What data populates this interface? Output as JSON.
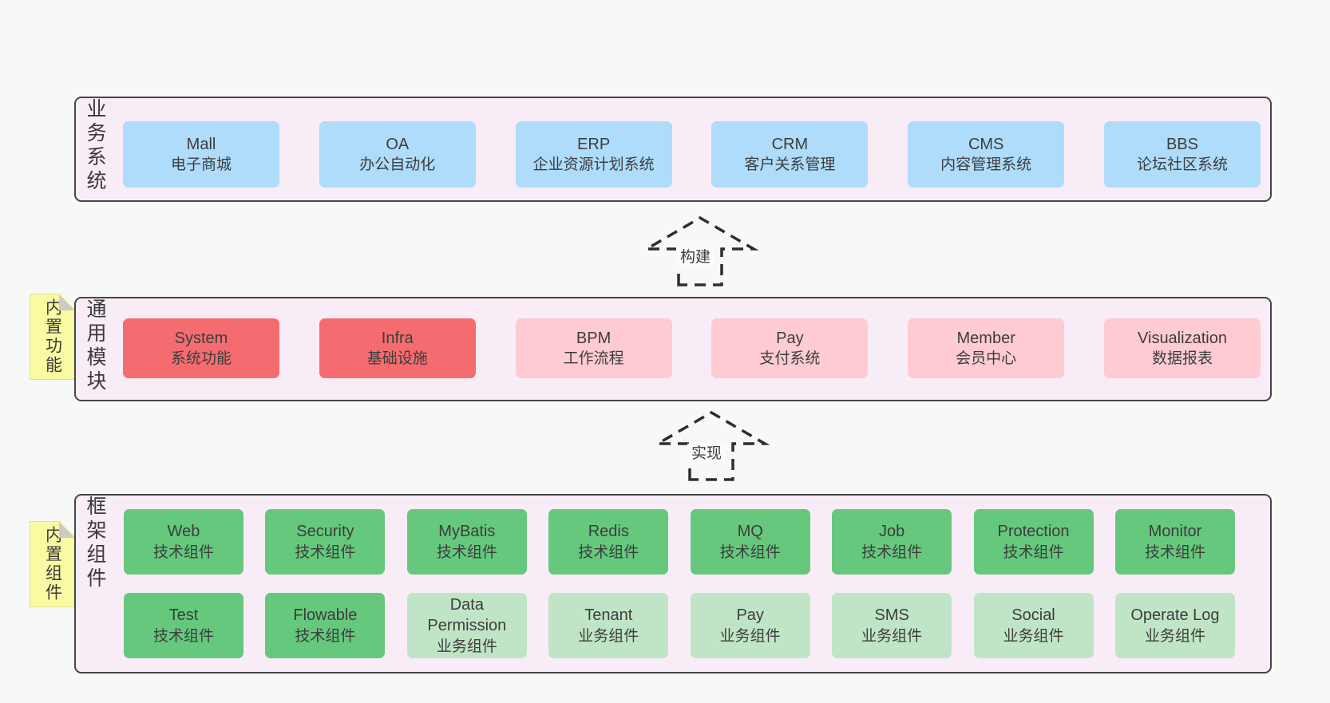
{
  "palette": {
    "page_bg": "#f8f8f8",
    "panel_bg": "#f8edf6",
    "panel_border": "#454545",
    "text": "#3d3d3d",
    "blue": "#aedcfa",
    "red": "#f56c70",
    "pink": "#fecbd3",
    "green": "#65c87d",
    "light_green": "#c0e5c6",
    "note_yellow": "#fafaa2",
    "note_fold": "#cbcbcb",
    "arrow": "#2e2e2e"
  },
  "arrows": [
    {
      "label": "构建"
    },
    {
      "label": "实现"
    }
  ],
  "sections": [
    {
      "id": "business-systems",
      "side_label": "业务系统",
      "note": null,
      "rows": [
        [
          {
            "name": "Mall",
            "sub": "电子商城",
            "variant": "blue"
          },
          {
            "name": "OA",
            "sub": "办公自动化",
            "variant": "blue"
          },
          {
            "name": "ERP",
            "sub": "企业资源计划系统",
            "variant": "blue"
          },
          {
            "name": "CRM",
            "sub": "客户关系管理",
            "variant": "blue"
          },
          {
            "name": "CMS",
            "sub": "内容管理系统",
            "variant": "blue"
          },
          {
            "name": "BBS",
            "sub": "论坛社区系统",
            "variant": "blue"
          }
        ]
      ]
    },
    {
      "id": "common-modules",
      "side_label": "通用模块",
      "note": "内置功能",
      "rows": [
        [
          {
            "name": "System",
            "sub": "系统功能",
            "variant": "red"
          },
          {
            "name": "Infra",
            "sub": "基础设施",
            "variant": "red"
          },
          {
            "name": "BPM",
            "sub": "工作流程",
            "variant": "pink"
          },
          {
            "name": "Pay",
            "sub": "支付系统",
            "variant": "pink"
          },
          {
            "name": "Member",
            "sub": "会员中心",
            "variant": "pink"
          },
          {
            "name": "Visualization",
            "sub": "数据报表",
            "variant": "pink"
          }
        ]
      ]
    },
    {
      "id": "framework-components",
      "side_label": "框架组件",
      "note": "内置组件",
      "rows": [
        [
          {
            "name": "Web",
            "sub": "技术组件",
            "variant": "green"
          },
          {
            "name": "Security",
            "sub": "技术组件",
            "variant": "green"
          },
          {
            "name": "MyBatis",
            "sub": "技术组件",
            "variant": "green"
          },
          {
            "name": "Redis",
            "sub": "技术组件",
            "variant": "green"
          },
          {
            "name": "MQ",
            "sub": "技术组件",
            "variant": "green"
          },
          {
            "name": "Job",
            "sub": "技术组件",
            "variant": "green"
          },
          {
            "name": "Protection",
            "sub": "技术组件",
            "variant": "green"
          },
          {
            "name": "Monitor",
            "sub": "技术组件",
            "variant": "green"
          }
        ],
        [
          {
            "name": "Test",
            "sub": "技术组件",
            "variant": "green"
          },
          {
            "name": "Flowable",
            "sub": "技术组件",
            "variant": "green"
          },
          {
            "name": "Data Permission",
            "sub": "业务组件",
            "variant": "light_green"
          },
          {
            "name": "Tenant",
            "sub": "业务组件",
            "variant": "light_green"
          },
          {
            "name": "Pay",
            "sub": "业务组件",
            "variant": "light_green"
          },
          {
            "name": "SMS",
            "sub": "业务组件",
            "variant": "light_green"
          },
          {
            "name": "Social",
            "sub": "业务组件",
            "variant": "light_green"
          },
          {
            "name": "Operate Log",
            "sub": "业务组件",
            "variant": "light_green"
          }
        ]
      ]
    }
  ]
}
